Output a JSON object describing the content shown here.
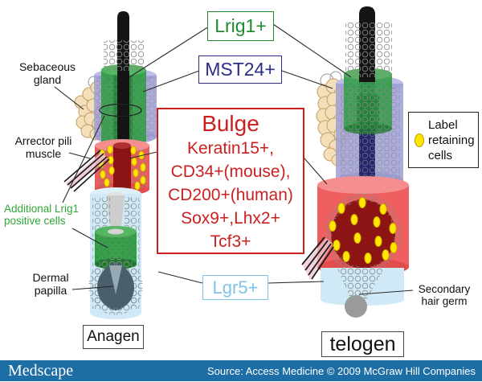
{
  "colors": {
    "green": "#2f9e44",
    "green_light": "#55b661",
    "green_dark": "#1d7a31",
    "purple": "#9d9dd6",
    "purple_light": "#b9b9e6",
    "red": "#ee5a5a",
    "red_light": "#f58f8f",
    "dark_red": "#8c1414",
    "light_blue": "#cfe9f6",
    "yellow": "#ffe600",
    "tan": "#f3e0ba",
    "gray_ball": "#9a9a9a",
    "papilla": "#49606c",
    "lrig1_green": "#1f8a2f",
    "mst24_navy": "#2b2b8c",
    "lgr5_blue": "#7fc4e8",
    "bulge_red": "#cc2020",
    "label_green": "#2fa637",
    "footer_blue": "#1d6ea5"
  },
  "marker_boxes": {
    "lrig1": {
      "label": "Lrig1+"
    },
    "mst24": {
      "label": "MST24+"
    },
    "lgr5": {
      "label": "Lgr5+"
    },
    "bulge": {
      "title": "Bulge",
      "lines": [
        "Keratin15+,",
        "CD34+(mouse),",
        "CD200+(human)",
        "Sox9+,Lhx2+",
        "Tcf3+"
      ]
    }
  },
  "anatomy_labels": {
    "sebaceous_gland": "Sebaceous gland",
    "arrector_pili": "Arrector pili muscle",
    "additional_lrig1": "Additional Lrig1 positive cells",
    "dermal_papilla": "Dermal papilla",
    "secondary_hair_germ": "Secondary hair germ"
  },
  "legend": {
    "label_retaining_cells": "Label retaining cells"
  },
  "phases": {
    "anagen": "Anagen",
    "telogen": "telogen"
  },
  "footer": {
    "brand": "Medscape",
    "source": "Source: Access Medicine © 2009 McGraw Hill  Companies"
  }
}
